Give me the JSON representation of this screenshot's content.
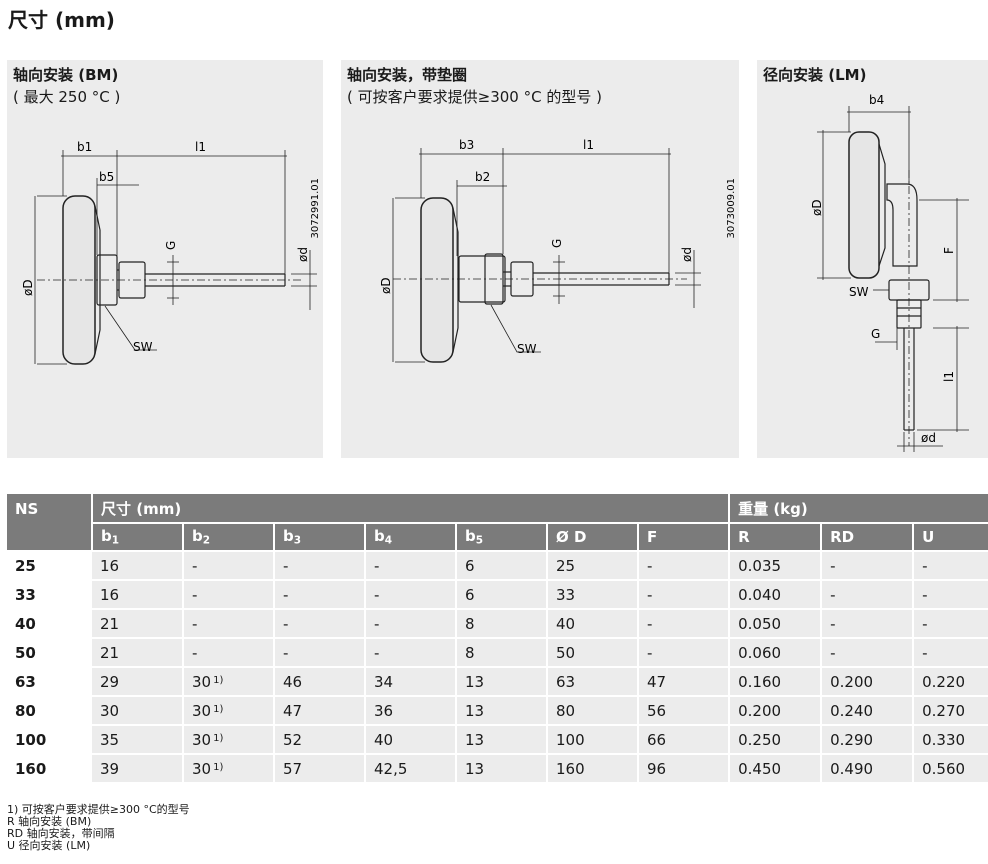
{
  "page": {
    "title": "尺寸 (mm)"
  },
  "drawings": [
    {
      "heading": "轴向安装 (BM)",
      "sub": "( 最大 250 °C )",
      "drawing_no": "3072991.01",
      "labels": {
        "b1": "b1",
        "b5": "b5",
        "l1": "l1",
        "G": "G",
        "d": "ød",
        "D": "øD",
        "SW": "SW"
      }
    },
    {
      "heading": "轴向安装，带垫圈",
      "sub": "( 可按客户要求提供≥300 °C 的型号 )",
      "drawing_no": "3073009.01",
      "labels": {
        "b3": "b3",
        "b2": "b2",
        "l1": "l1",
        "G": "G",
        "d": "ød",
        "D": "øD",
        "SW": "SW"
      }
    },
    {
      "heading": "径向安装 (LM)",
      "sub": "",
      "labels": {
        "b4": "b4",
        "D": "øD",
        "F": "F",
        "SW": "SW",
        "G": "G",
        "l1": "l1",
        "d": "ød"
      }
    }
  ],
  "table": {
    "group_headers": {
      "ns": "NS",
      "dims": "尺寸 (mm)",
      "weight": "重量 (kg)"
    },
    "columns": [
      {
        "main": "b",
        "sub": "1"
      },
      {
        "main": "b",
        "sub": "2"
      },
      {
        "main": "b",
        "sub": "3"
      },
      {
        "main": "b",
        "sub": "4"
      },
      {
        "main": "b",
        "sub": "5"
      },
      {
        "main": "Ø D",
        "sub": ""
      },
      {
        "main": "F",
        "sub": ""
      },
      {
        "main": "R",
        "sub": ""
      },
      {
        "main": "RD",
        "sub": ""
      },
      {
        "main": "U",
        "sub": ""
      }
    ],
    "footnote_mark": "1)",
    "rows": [
      {
        "ns": "25",
        "cells": [
          "16",
          "-",
          "-",
          "-",
          "6",
          "25",
          "-",
          "0.035",
          "-",
          "-"
        ]
      },
      {
        "ns": "33",
        "cells": [
          "16",
          "-",
          "-",
          "-",
          "6",
          "33",
          "-",
          "0.040",
          "-",
          "-"
        ]
      },
      {
        "ns": "40",
        "cells": [
          "21",
          "-",
          "-",
          "-",
          "8",
          "40",
          "-",
          "0.050",
          "-",
          "-"
        ]
      },
      {
        "ns": "50",
        "cells": [
          "21",
          "-",
          "-",
          "-",
          "8",
          "50",
          "-",
          "0.060",
          "-",
          "-"
        ]
      },
      {
        "ns": "63",
        "cells": [
          "29",
          "30",
          "46",
          "34",
          "13",
          "63",
          "47",
          "0.160",
          "0.200",
          "0.220"
        ]
      },
      {
        "ns": "80",
        "cells": [
          "30",
          "30",
          "47",
          "36",
          "13",
          "80",
          "56",
          "0.200",
          "0.240",
          "0.270"
        ]
      },
      {
        "ns": "100",
        "cells": [
          "35",
          "30",
          "52",
          "40",
          "13",
          "100",
          "66",
          "0.250",
          "0.290",
          "0.330"
        ]
      },
      {
        "ns": "160",
        "cells": [
          "39",
          "30",
          "57",
          "42,5",
          "13",
          "160",
          "96",
          "0.450",
          "0.490",
          "0.560"
        ]
      }
    ],
    "footnote_col": 1,
    "footnote_from_row": 4
  },
  "notes": [
    "1) 可按客户要求提供≥300 °C的型号",
    "R  轴向安装 (BM)",
    "RD 轴向安装，带间隔",
    "U  径向安装 (LM)"
  ]
}
